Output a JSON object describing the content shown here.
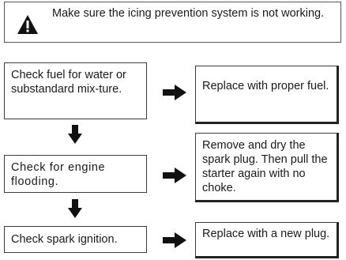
{
  "warning": {
    "icon": "warning-triangle-icon",
    "text": "Make sure the icing prevention system is not working."
  },
  "steps": [
    {
      "check": "Check fuel for water or substandard mix-ture.",
      "remedy": "Replace with proper fuel."
    },
    {
      "check": "Check for engine flooding.",
      "remedy": "Remove and dry the spark plug. Then pull the starter again with no choke."
    },
    {
      "check": "Check spark ignition.",
      "remedy": "Replace with a new plug."
    }
  ]
}
